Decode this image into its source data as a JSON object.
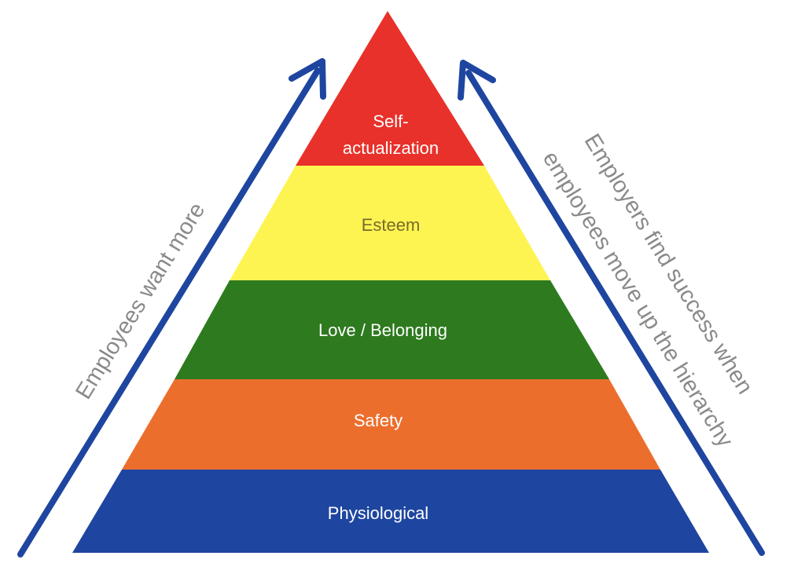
{
  "tiers": [
    {
      "label_lines": [
        "Self-",
        "actualization"
      ],
      "color": "#e8312a",
      "text_color": "#ffffff"
    },
    {
      "label_lines": [
        "Esteem"
      ],
      "color": "#fdf452",
      "text_color": "#7a6a2c"
    },
    {
      "label_lines": [
        "Love / Belonging"
      ],
      "color": "#2e7a1f",
      "text_color": "#ffffff"
    },
    {
      "label_lines": [
        "Safety"
      ],
      "color": "#ec6e2d",
      "text_color": "#ffffff"
    },
    {
      "label_lines": [
        "Physiological"
      ],
      "color": "#1e46a0",
      "text_color": "#ffffff"
    }
  ],
  "left_caption": "Employees want more",
  "right_caption_lines": [
    "Employers find success when",
    "employees move up the hierarchy"
  ],
  "arrow_color": "#1e46a0",
  "caption_color": "#8a8a8a"
}
